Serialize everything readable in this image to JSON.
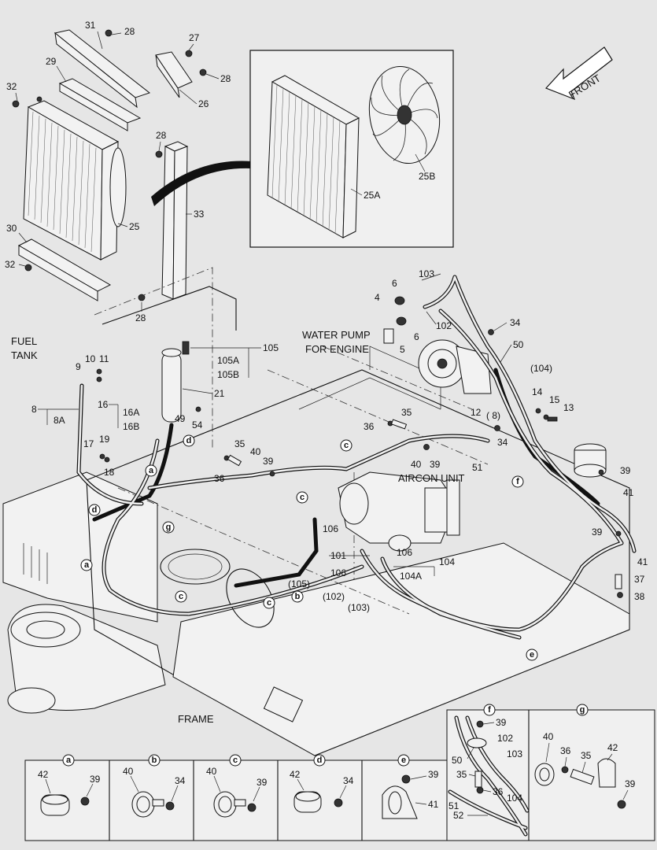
{
  "parts": {
    "p31": "31",
    "p28a": "28",
    "p29": "29",
    "p32a": "32",
    "p27": "27",
    "p28b": "28",
    "p26": "26",
    "p28c": "28",
    "p25": "25",
    "p30": "30",
    "p32b": "32",
    "p33": "33",
    "p28d": "28",
    "p25a": "25A",
    "p25b": "25B",
    "p103": "103",
    "p6a": "6",
    "p4": "4",
    "p102": "102",
    "p5": "5",
    "p6b": "6",
    "p34a": "34",
    "p50": "50",
    "p104p": "(104)",
    "p14": "14",
    "p15": "15",
    "p13": "13",
    "p12": "12",
    "p8p": "( 8)",
    "p105": "105",
    "p105a": "105A",
    "p105b": "105B",
    "p21": "21",
    "p49": "49",
    "p54": "54",
    "p9": "9",
    "p10": "10",
    "p11": "11",
    "p8": "8",
    "p8a": "8A",
    "p16": "16",
    "p16a": "16A",
    "p16b": "16B",
    "p17": "17",
    "p19": "19",
    "p18": "18",
    "p35a": "35",
    "p40a": "40",
    "p39a": "39",
    "p36a": "36",
    "p35b": "35",
    "p36b": "36",
    "p40b": "40",
    "p39b": "39",
    "p34b": "34",
    "p51": "51",
    "p39c": "39",
    "p41a": "41",
    "p39d": "39",
    "p41b": "41",
    "p37": "37",
    "p38": "38",
    "p106a": "106",
    "p101": "101",
    "p106b": "106",
    "p106c": "106",
    "p104": "104",
    "p104a": "104A",
    "p105p": "(105)",
    "p102p": "(102)",
    "p103p": "(103)"
  },
  "labels": {
    "fuel_tank_line1": "FUEL",
    "fuel_tank_line2": "TANK",
    "water_pump_line1": "WATER PUMP",
    "water_pump_line2": "FOR ENGINE",
    "aircon_unit": "AIRCON UNIT",
    "frame": "FRAME",
    "front": "FRONT"
  },
  "callouts": {
    "a": "a",
    "b": "b",
    "c": "c",
    "d": "d",
    "e": "e",
    "f": "f",
    "g": "g"
  },
  "details": {
    "a": {
      "letter": "a",
      "n1": "42",
      "n2": "39"
    },
    "b": {
      "letter": "b",
      "n1": "40",
      "n2": "34"
    },
    "c": {
      "letter": "c",
      "n1": "40",
      "n2": "39"
    },
    "d": {
      "letter": "d",
      "n1": "42",
      "n2": "34"
    },
    "e": {
      "letter": "e",
      "n1": "39",
      "n2": "41"
    },
    "f": {
      "letter": "f",
      "n39": "39",
      "n102": "102",
      "n50": "50",
      "n103": "103",
      "n35": "35",
      "n36": "36",
      "n51": "51",
      "n104": "104",
      "n52": "52"
    },
    "g": {
      "letter": "g",
      "n40": "40",
      "n42": "42",
      "n36": "36",
      "n35": "35",
      "n39": "39"
    }
  }
}
